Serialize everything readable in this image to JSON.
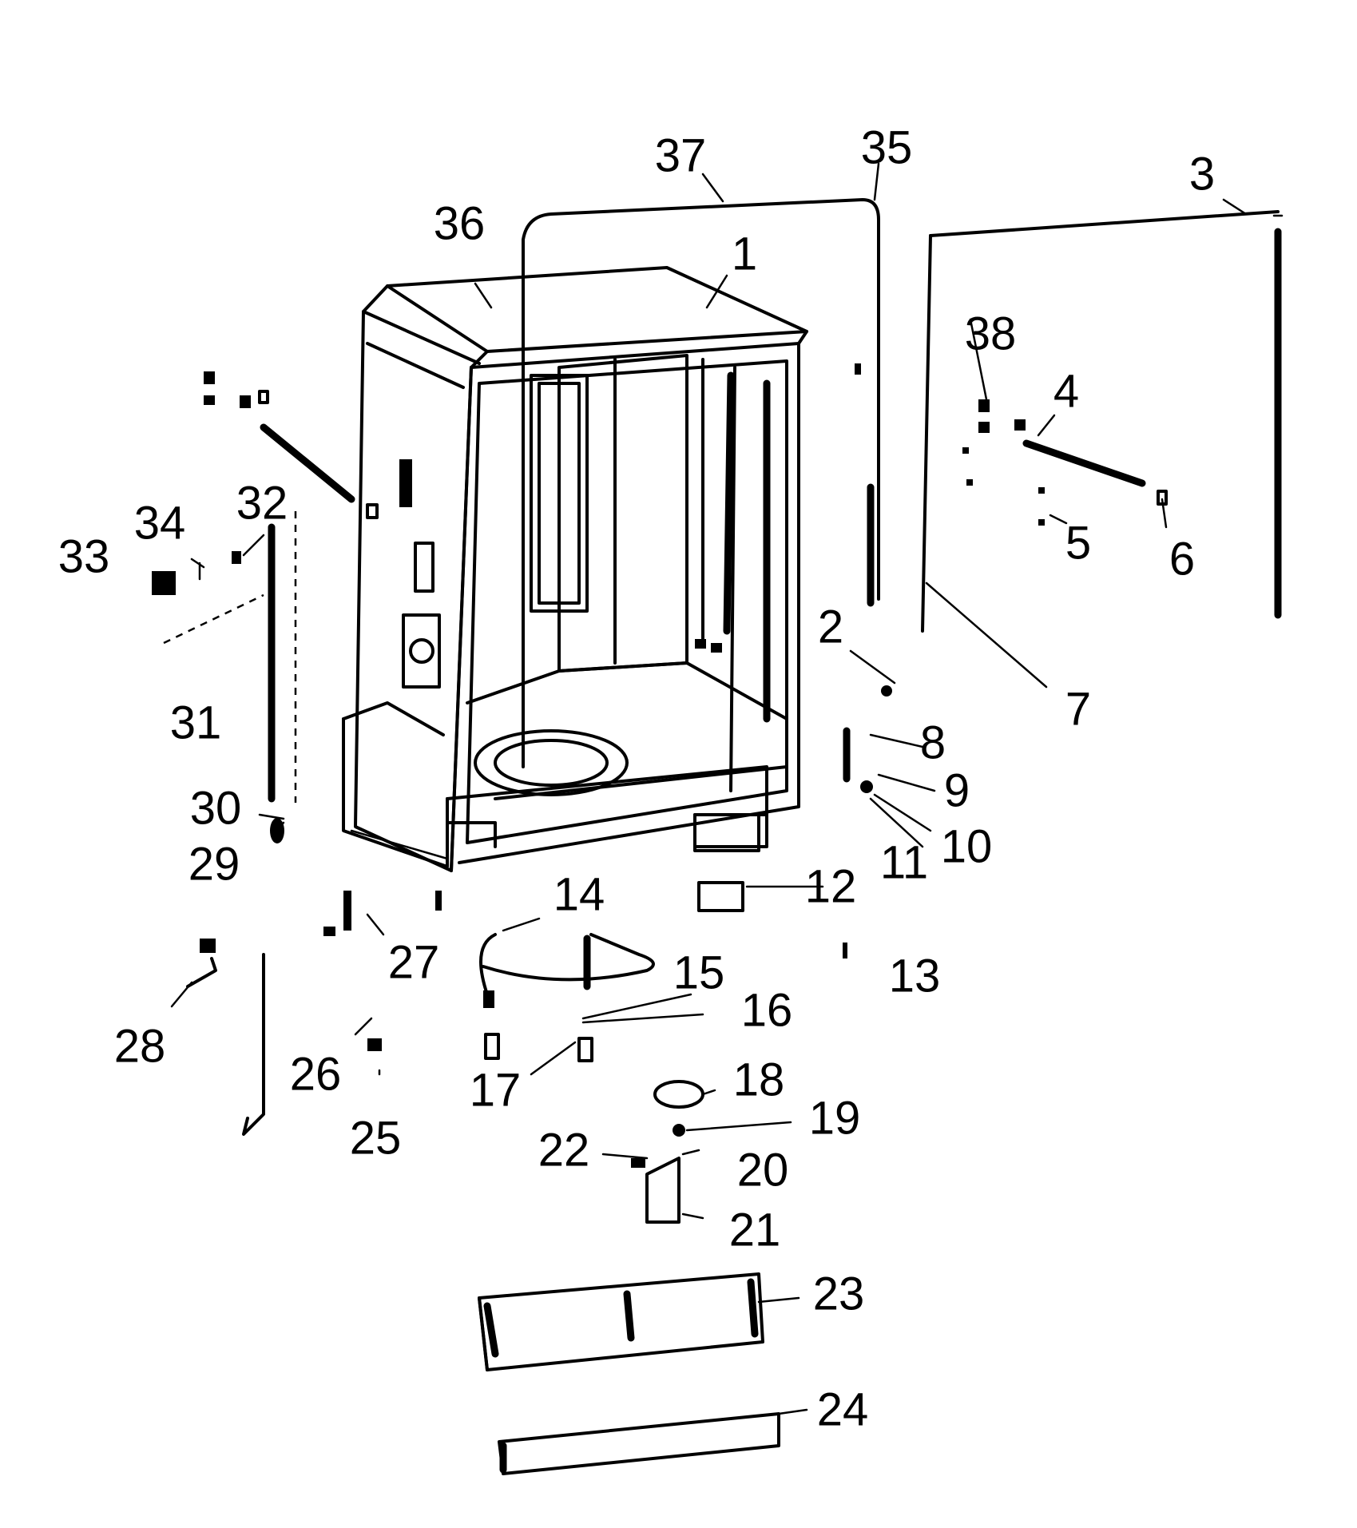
{
  "diagram": {
    "callouts": [
      {
        "id": "1"
      },
      {
        "id": "2"
      },
      {
        "id": "3"
      },
      {
        "id": "4"
      },
      {
        "id": "5"
      },
      {
        "id": "6"
      },
      {
        "id": "7"
      },
      {
        "id": "8"
      },
      {
        "id": "9"
      },
      {
        "id": "10"
      },
      {
        "id": "11"
      },
      {
        "id": "12"
      },
      {
        "id": "13"
      },
      {
        "id": "14"
      },
      {
        "id": "15"
      },
      {
        "id": "16"
      },
      {
        "id": "17"
      },
      {
        "id": "18"
      },
      {
        "id": "19"
      },
      {
        "id": "20"
      },
      {
        "id": "21"
      },
      {
        "id": "22"
      },
      {
        "id": "23"
      },
      {
        "id": "24"
      },
      {
        "id": "25"
      },
      {
        "id": "26"
      },
      {
        "id": "27"
      },
      {
        "id": "28"
      },
      {
        "id": "29"
      },
      {
        "id": "30"
      },
      {
        "id": "31"
      },
      {
        "id": "32"
      },
      {
        "id": "33"
      },
      {
        "id": "34"
      },
      {
        "id": "35"
      },
      {
        "id": "36"
      },
      {
        "id": "37"
      },
      {
        "id": "38"
      }
    ]
  }
}
